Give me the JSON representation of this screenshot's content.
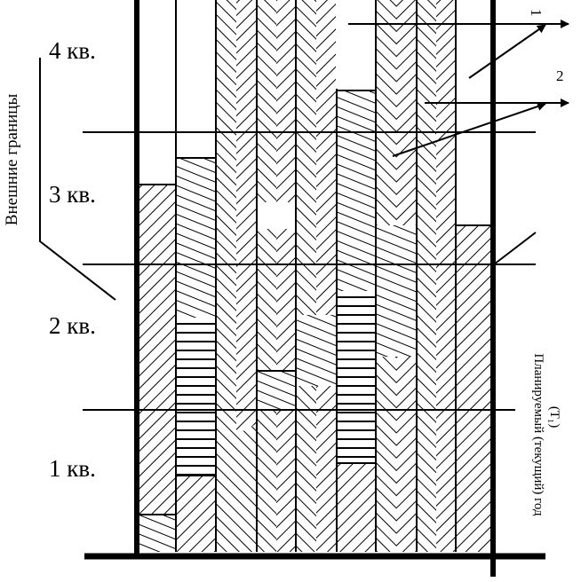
{
  "diagram": {
    "quarters": [
      "4 кв.",
      "3 кв.",
      "2 кв.",
      "1 кв."
    ],
    "left_label": "Внешние границы",
    "right_label": "Планируемый (текущий) год",
    "right_sublabel": "(Т₁)",
    "markers": [
      "1",
      "2"
    ],
    "colors": {
      "ink": "#000000",
      "background": "#ffffff"
    }
  }
}
